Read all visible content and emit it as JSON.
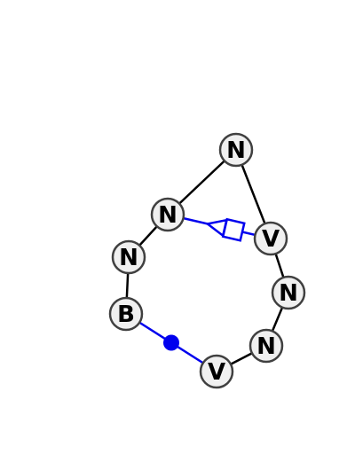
{
  "colors": {
    "background": "#ffffff",
    "edge": "#000000",
    "highlight": "#0000ee",
    "node_fill": "#f0f0f0",
    "node_stroke": "#404040",
    "label": "#000000"
  },
  "nodes": [
    {
      "id": "n1",
      "label": "N"
    },
    {
      "id": "n2",
      "label": "N"
    },
    {
      "id": "n3",
      "label": "N"
    },
    {
      "id": "b1",
      "label": "B"
    },
    {
      "id": "v1",
      "label": "V"
    },
    {
      "id": "n4",
      "label": "N"
    },
    {
      "id": "n5",
      "label": "N"
    },
    {
      "id": "v2",
      "label": "V"
    }
  ],
  "edges": [
    {
      "from": "n1",
      "to": "n2",
      "style": "plain"
    },
    {
      "from": "n1",
      "to": "v2",
      "style": "plain"
    },
    {
      "from": "n2",
      "to": "n3",
      "style": "plain"
    },
    {
      "from": "n3",
      "to": "b1",
      "style": "plain"
    },
    {
      "from": "b1",
      "to": "v1",
      "style": "dot"
    },
    {
      "from": "v1",
      "to": "n4",
      "style": "plain"
    },
    {
      "from": "n4",
      "to": "n5",
      "style": "plain"
    },
    {
      "from": "n5",
      "to": "v2",
      "style": "plain"
    },
    {
      "from": "n2",
      "to": "v2",
      "style": "triangle-square"
    }
  ]
}
